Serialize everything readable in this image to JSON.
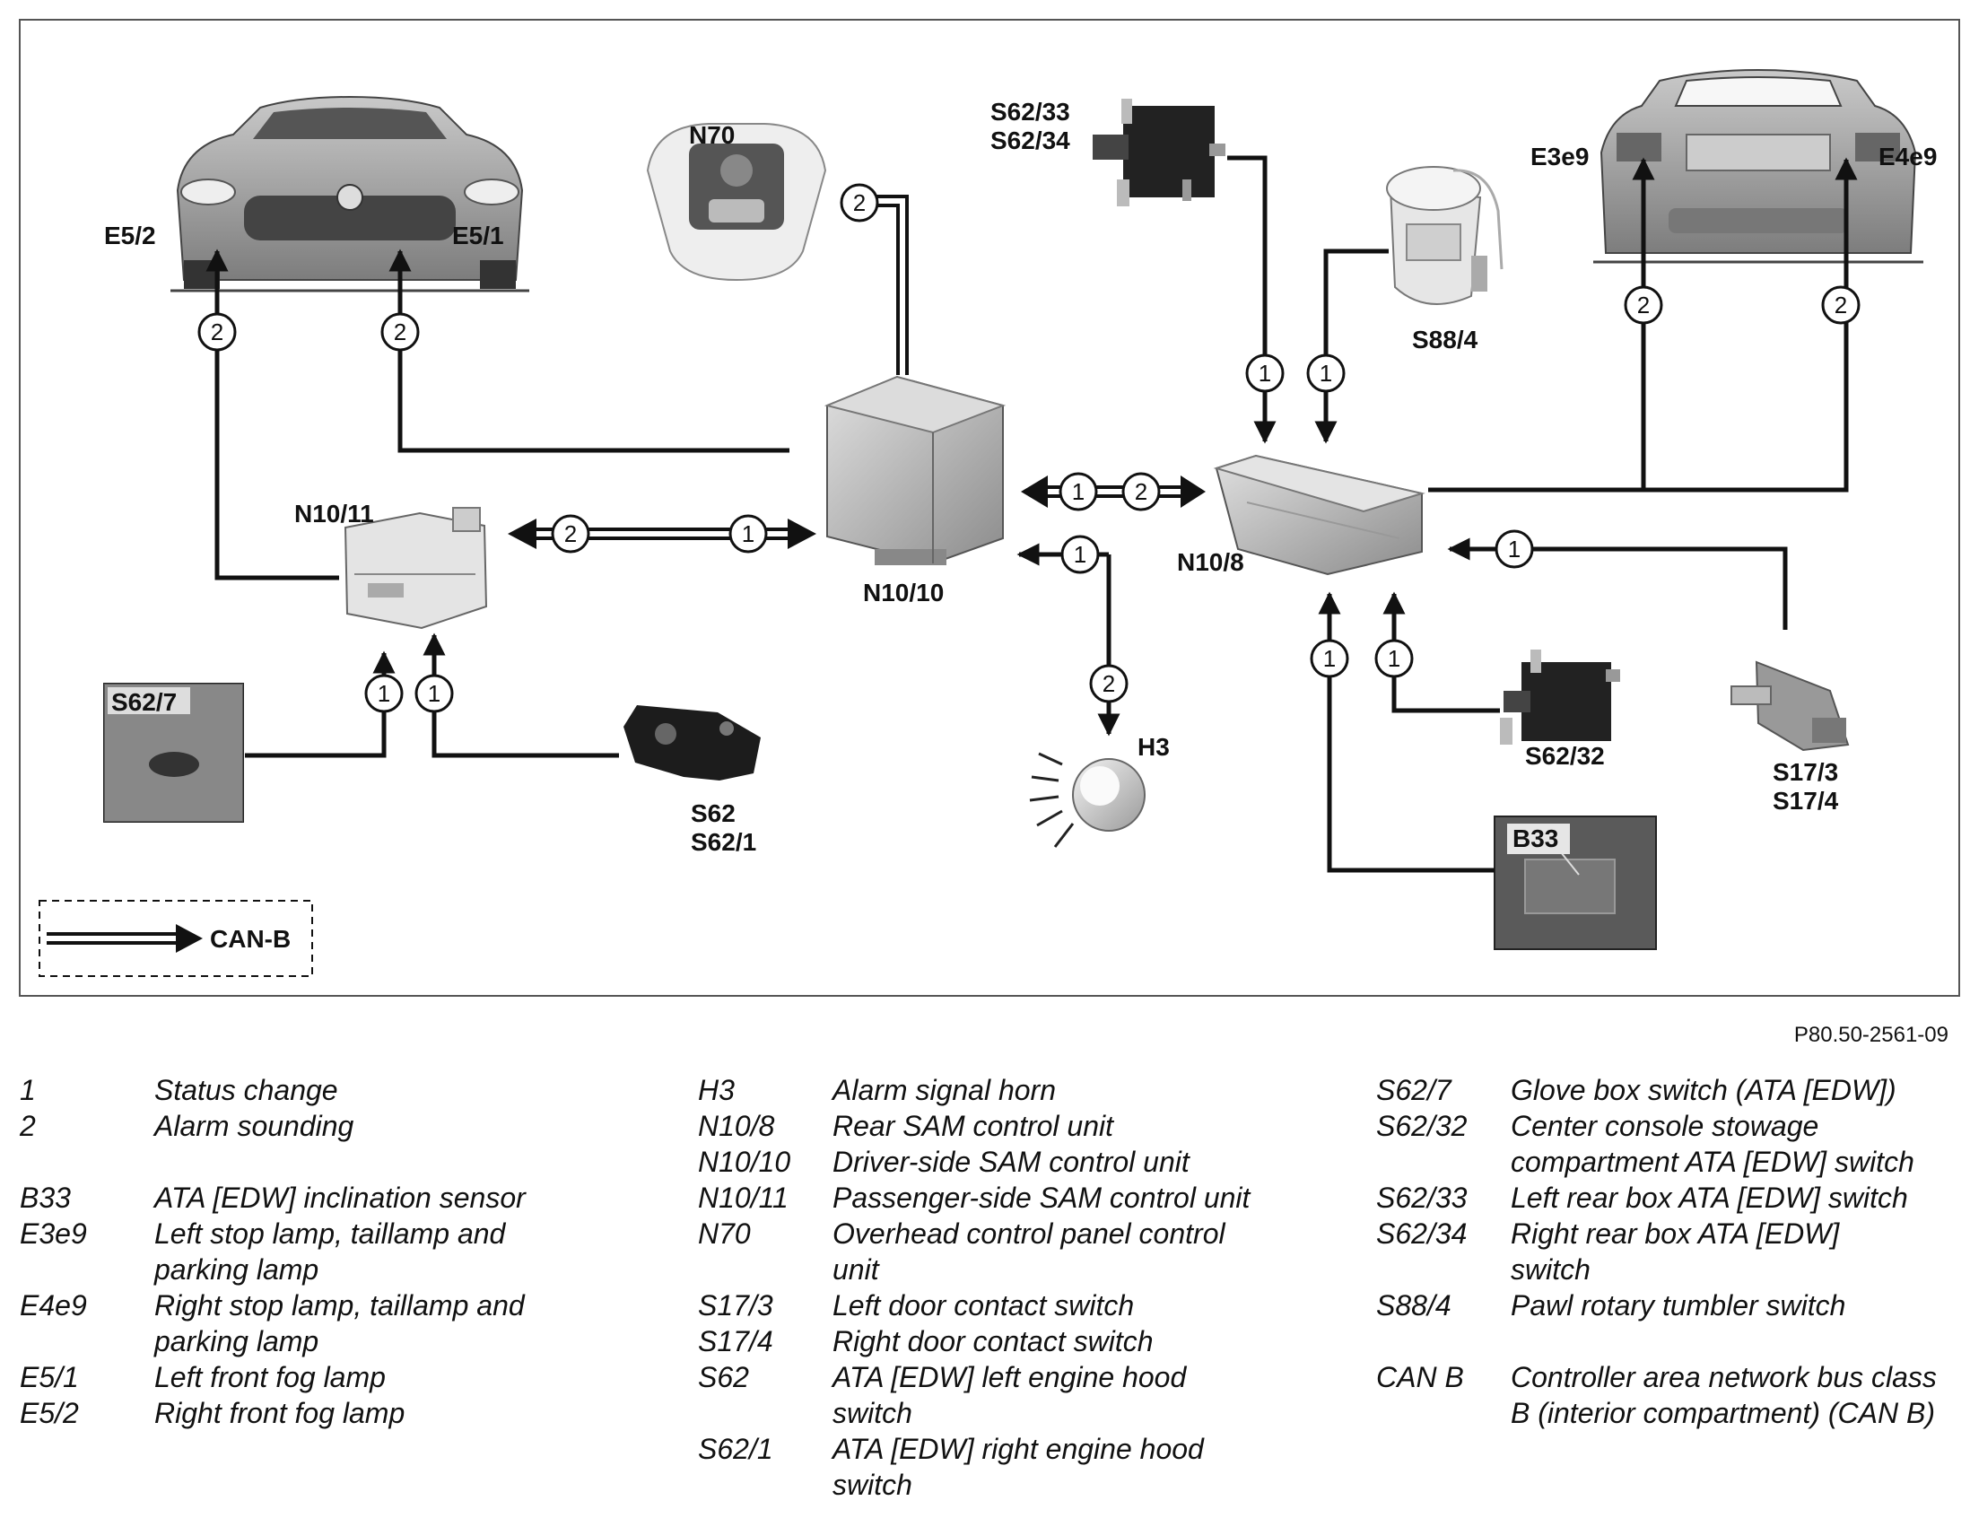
{
  "diagram": {
    "components": {
      "N70": "N70",
      "E5_2": "E5/2",
      "E5_1": "E5/1",
      "S62_33": "S62/33",
      "S62_34": "S62/34",
      "E3e9": "E3e9",
      "E4e9": "E4e9",
      "S88_4": "S88/4",
      "N10_11": "N10/11",
      "N10_10": "N10/10",
      "N10_8": "N10/8",
      "S62_7": "S62/7",
      "S62": "S62",
      "S62_1": "S62/1",
      "H3": "H3",
      "S62_32": "S62/32",
      "S17_3": "S17/3",
      "S17_4": "S17/4",
      "B33": "B33"
    },
    "signal_1": "1",
    "signal_2": "2",
    "can_label": "CAN-B"
  },
  "figure_code": "P80.50-2561-09",
  "legend": {
    "col1": [
      {
        "code": "1",
        "desc": "Status change"
      },
      {
        "code": "2",
        "desc": "Alarm sounding"
      },
      {
        "code": "B33",
        "desc": "ATA [EDW] inclination sensor"
      },
      {
        "code": "E3e9",
        "desc": "Left stop lamp, taillamp and parking lamp"
      },
      {
        "code": "E4e9",
        "desc": "Right stop lamp, taillamp and parking lamp"
      },
      {
        "code": "E5/1",
        "desc": "Left front fog lamp"
      },
      {
        "code": "E5/2",
        "desc": "Right front fog lamp"
      }
    ],
    "col2": [
      {
        "code": "H3",
        "desc": "Alarm signal horn"
      },
      {
        "code": "N10/8",
        "desc": "Rear SAM control unit"
      },
      {
        "code": "N10/10",
        "desc": "Driver-side SAM control unit"
      },
      {
        "code": "N10/11",
        "desc": "Passenger-side SAM control unit"
      },
      {
        "code": "N70",
        "desc": "Overhead control panel control unit"
      },
      {
        "code": "S17/3",
        "desc": "Left door contact switch"
      },
      {
        "code": "S17/4",
        "desc": "Right door contact switch"
      },
      {
        "code": "S62",
        "desc": "ATA [EDW] left engine hood switch"
      },
      {
        "code": "S62/1",
        "desc": "ATA [EDW] right engine hood switch"
      }
    ],
    "col3": [
      {
        "code": "S62/7",
        "desc": "Glove box switch (ATA [EDW])"
      },
      {
        "code": "S62/32",
        "desc": "Center console stowage compartment ATA [EDW] switch"
      },
      {
        "code": "S62/33",
        "desc": "Left rear box ATA [EDW] switch"
      },
      {
        "code": "S62/34",
        "desc": "Right rear box ATA [EDW] switch"
      },
      {
        "code": "S88/4",
        "desc": "Pawl rotary tumbler switch"
      },
      {
        "code": "CAN B",
        "desc": "Controller area network bus class B (interior compartment) (CAN B)"
      }
    ]
  }
}
